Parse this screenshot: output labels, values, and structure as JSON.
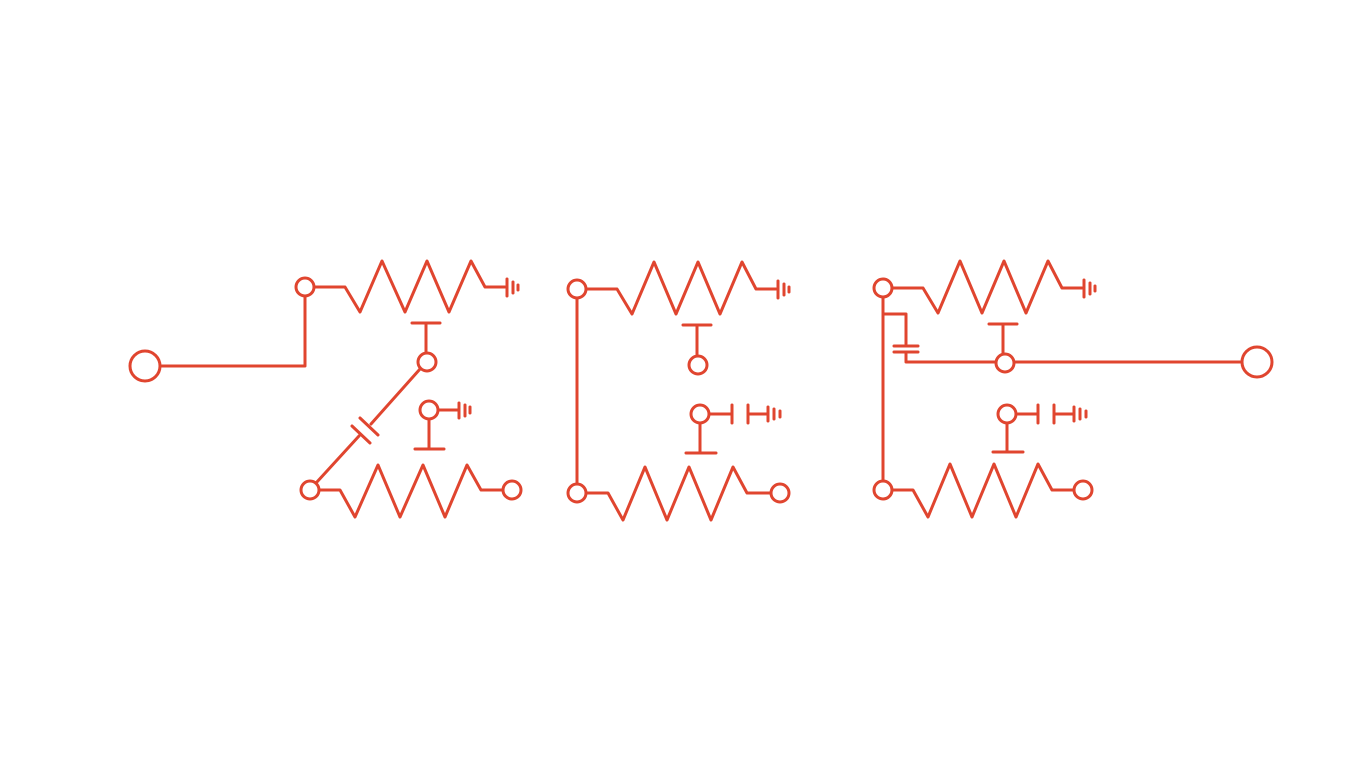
{
  "diagram": {
    "stroke_color": "#e0452f",
    "background_color": "#ffffff",
    "style": "circuit-schematic-lettering",
    "glyphs": [
      {
        "name": "glyph-z",
        "elements": [
          "input-terminal",
          "resistor-top",
          "ground-top",
          "vertical-stub",
          "node",
          "capacitor-diagonal",
          "node-with-ground",
          "resistor-bottom",
          "output-terminal"
        ]
      },
      {
        "name": "glyph-e",
        "elements": [
          "resistor-top",
          "ground-top",
          "vertical-stub",
          "node",
          "node-with-capacitor-ground",
          "resistor-bottom",
          "output-terminal"
        ]
      },
      {
        "name": "glyph-e-2",
        "elements": [
          "resistor-top",
          "ground-top",
          "capacitor-branch",
          "vertical-stub",
          "node",
          "node-with-capacitor-ground",
          "resistor-bottom",
          "output-terminal",
          "output-wire"
        ]
      }
    ]
  }
}
